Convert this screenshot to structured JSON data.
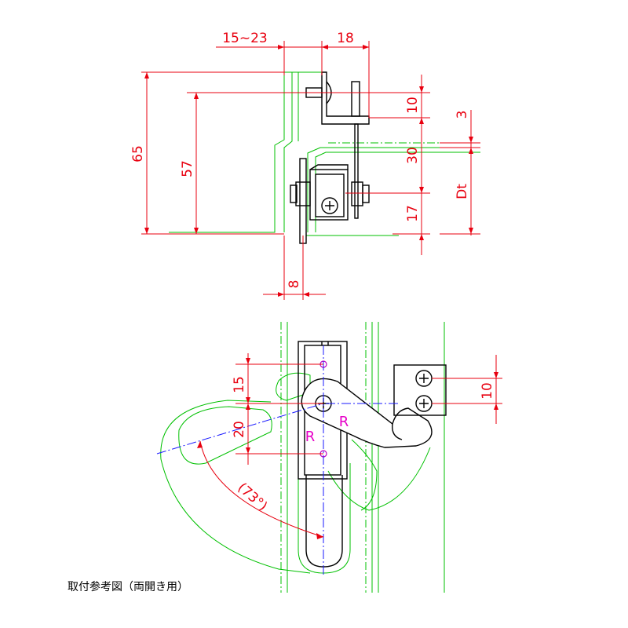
{
  "dimensions": {
    "gap_range": "15~23",
    "width_18": "18",
    "height_65": "65",
    "height_57": "57",
    "dim_10_top": "10",
    "dim_3": "3",
    "dim_30": "30",
    "dim_17": "17",
    "dim_dt": "Dt",
    "dim_8": "8",
    "dim_15": "15",
    "dim_20": "20",
    "dim_10_bottom": "10",
    "angle": "(73°)"
  },
  "labels": {
    "r_left": "R",
    "r_right": "R"
  },
  "caption": "取付参考図（両開き用）",
  "colors": {
    "dimension": "#e8000f",
    "frame": "#00c000",
    "part": "#000000",
    "centerline": "#1a1aff",
    "label": "#e600c8"
  }
}
